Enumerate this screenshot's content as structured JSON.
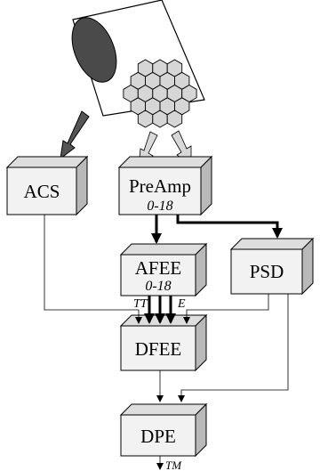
{
  "blocks": {
    "acs": {
      "label": "ACS"
    },
    "preamp": {
      "label": "PreAmp",
      "sublabel": "0-18"
    },
    "afee": {
      "label": "AFEE",
      "sublabel": "0-18"
    },
    "psd": {
      "label": "PSD"
    },
    "dfee": {
      "label": "DFEE"
    },
    "dpe": {
      "label": "DPE"
    }
  },
  "signals": {
    "tt": "TT",
    "e": "E",
    "tm": "TM"
  },
  "colors": {
    "stroke": "#000000",
    "box_front": "#f2f2f2",
    "box_top": "#dedede",
    "box_side": "#b9b9b9",
    "cylinder_body": "#ffffff",
    "cylinder_end": "#4a4a4a",
    "hexagon_fill": "#d6d6d6",
    "dark_arrow": "#555555",
    "light_arrow": "#d6d6d6"
  }
}
